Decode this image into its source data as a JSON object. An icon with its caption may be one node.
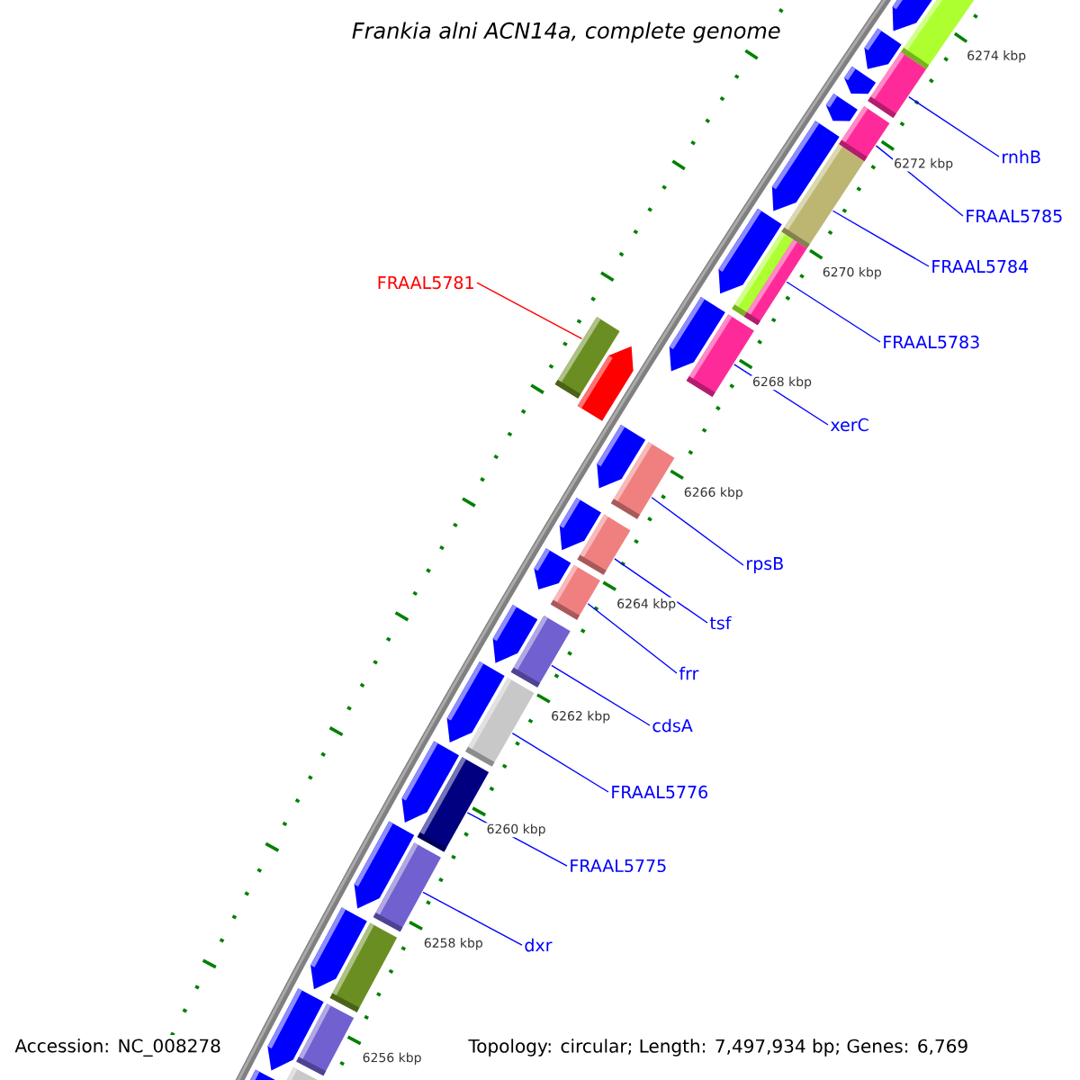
{
  "diagram": {
    "title": "Frankia alni ACN14a, complete genome",
    "nodes": [
      {
        "text": [
          "rnhB"
        ]
      },
      {
        "text": [
          "FRAAL5785"
        ]
      },
      {
        "text": [
          "FRAAL5784"
        ]
      },
      {
        "text": [
          "FRAAL5781"
        ]
      },
      {
        "text": [
          "FRAAL5783"
        ]
      },
      {
        "text": [
          "xerC"
        ]
      },
      {
        "text": [
          "rpsB"
        ]
      },
      {
        "text": [
          "tsf"
        ]
      },
      {
        "text": [
          "frr"
        ]
      },
      {
        "text": [
          "cdsA"
        ]
      },
      {
        "text": [
          "FRAAL5776"
        ]
      },
      {
        "text": [
          "FRAAL5775"
        ]
      },
      {
        "text": [
          "dxr"
        ]
      },
      {
        "text": [],
        "shape": "pentagon"
      },
      {
        "text": [],
        "shape": "bar"
      },
      {
        "text": [],
        "shape": "pentagon"
      },
      {
        "text": [],
        "shape": "bar"
      },
      {
        "text": [],
        "shape": "pentagon"
      },
      {
        "text": [],
        "shape": "pentagon"
      },
      {
        "text": [],
        "shape": "bar"
      },
      {
        "text": [],
        "shape": "pentagon"
      },
      {
        "text": [],
        "shape": "bar"
      },
      {
        "text": [],
        "shape": "pentagon"
      },
      {
        "text": [],
        "shape": "bar"
      },
      {
        "text": [],
        "shape": "bar"
      },
      {
        "text": [],
        "shape": "pentagon"
      },
      {
        "text": [],
        "shape": "bar"
      },
      {
        "text": [],
        "shape": "bar"
      },
      {
        "text": [],
        "shape": "pentagon"
      },
      {
        "text": [],
        "shape": "pentagon"
      },
      {
        "text": [],
        "shape": "bar"
      },
      {
        "text": [],
        "shape": "pentagon"
      },
      {
        "text": [],
        "shape": "bar"
      },
      {
        "text": [],
        "shape": "pentagon"
      },
      {
        "text": [],
        "shape": "bar"
      },
      {
        "text": [],
        "shape": "pentagon"
      },
      {
        "text": [],
        "shape": "bar"
      },
      {
        "text": [],
        "shape": "pentagon"
      },
      {
        "text": [],
        "shape": "bar"
      },
      {
        "text": [],
        "shape": "pentagon"
      },
      {
        "text": [],
        "shape": "bar"
      },
      {
        "text": [],
        "shape": "pentagon"
      },
      {
        "text": [],
        "shape": "bar"
      },
      {
        "text": [],
        "shape": "pentagon"
      },
      {
        "text": [],
        "shape": "bar"
      },
      {
        "text": [],
        "shape": "pentagon"
      },
      {
        "text": [],
        "shape": "bar"
      },
      {
        "text": [],
        "shape": "pentagon"
      },
      {
        "text": [],
        "shape": "bar"
      }
    ],
    "edges": [
      {
        "from": 0,
        "to": 16,
        "arrow": "none"
      },
      {
        "from": 1,
        "to": 19,
        "arrow": "none"
      },
      {
        "from": 2,
        "to": 21,
        "arrow": "none"
      },
      {
        "from": 3,
        "to": 27,
        "arrow": "none",
        "color": "#ff0000"
      },
      {
        "from": 4,
        "to": 24,
        "arrow": "none"
      },
      {
        "from": 5,
        "to": 26,
        "arrow": "none"
      },
      {
        "from": 6,
        "to": 30,
        "arrow": "none"
      },
      {
        "from": 7,
        "to": 32,
        "arrow": "none"
      },
      {
        "from": 8,
        "to": 34,
        "arrow": "none"
      },
      {
        "from": 9,
        "to": 36,
        "arrow": "none"
      },
      {
        "from": 10,
        "to": 38,
        "arrow": "none"
      },
      {
        "from": 11,
        "to": 40,
        "arrow": "none"
      },
      {
        "from": 12,
        "to": 42,
        "arrow": "none"
      }
    ],
    "labels": [
      "6274 kbp",
      "6272 kbp",
      "6270 kbp",
      "6268 kbp",
      "6266 kbp",
      "6264 kbp",
      "6262 kbp",
      "6260 kbp",
      "6258 kbp",
      "6256 kbp",
      "Accession: NC_008278",
      "Topology: circular; Length: 7,497,934 bp; Genes: 6,769"
    ]
  }
}
